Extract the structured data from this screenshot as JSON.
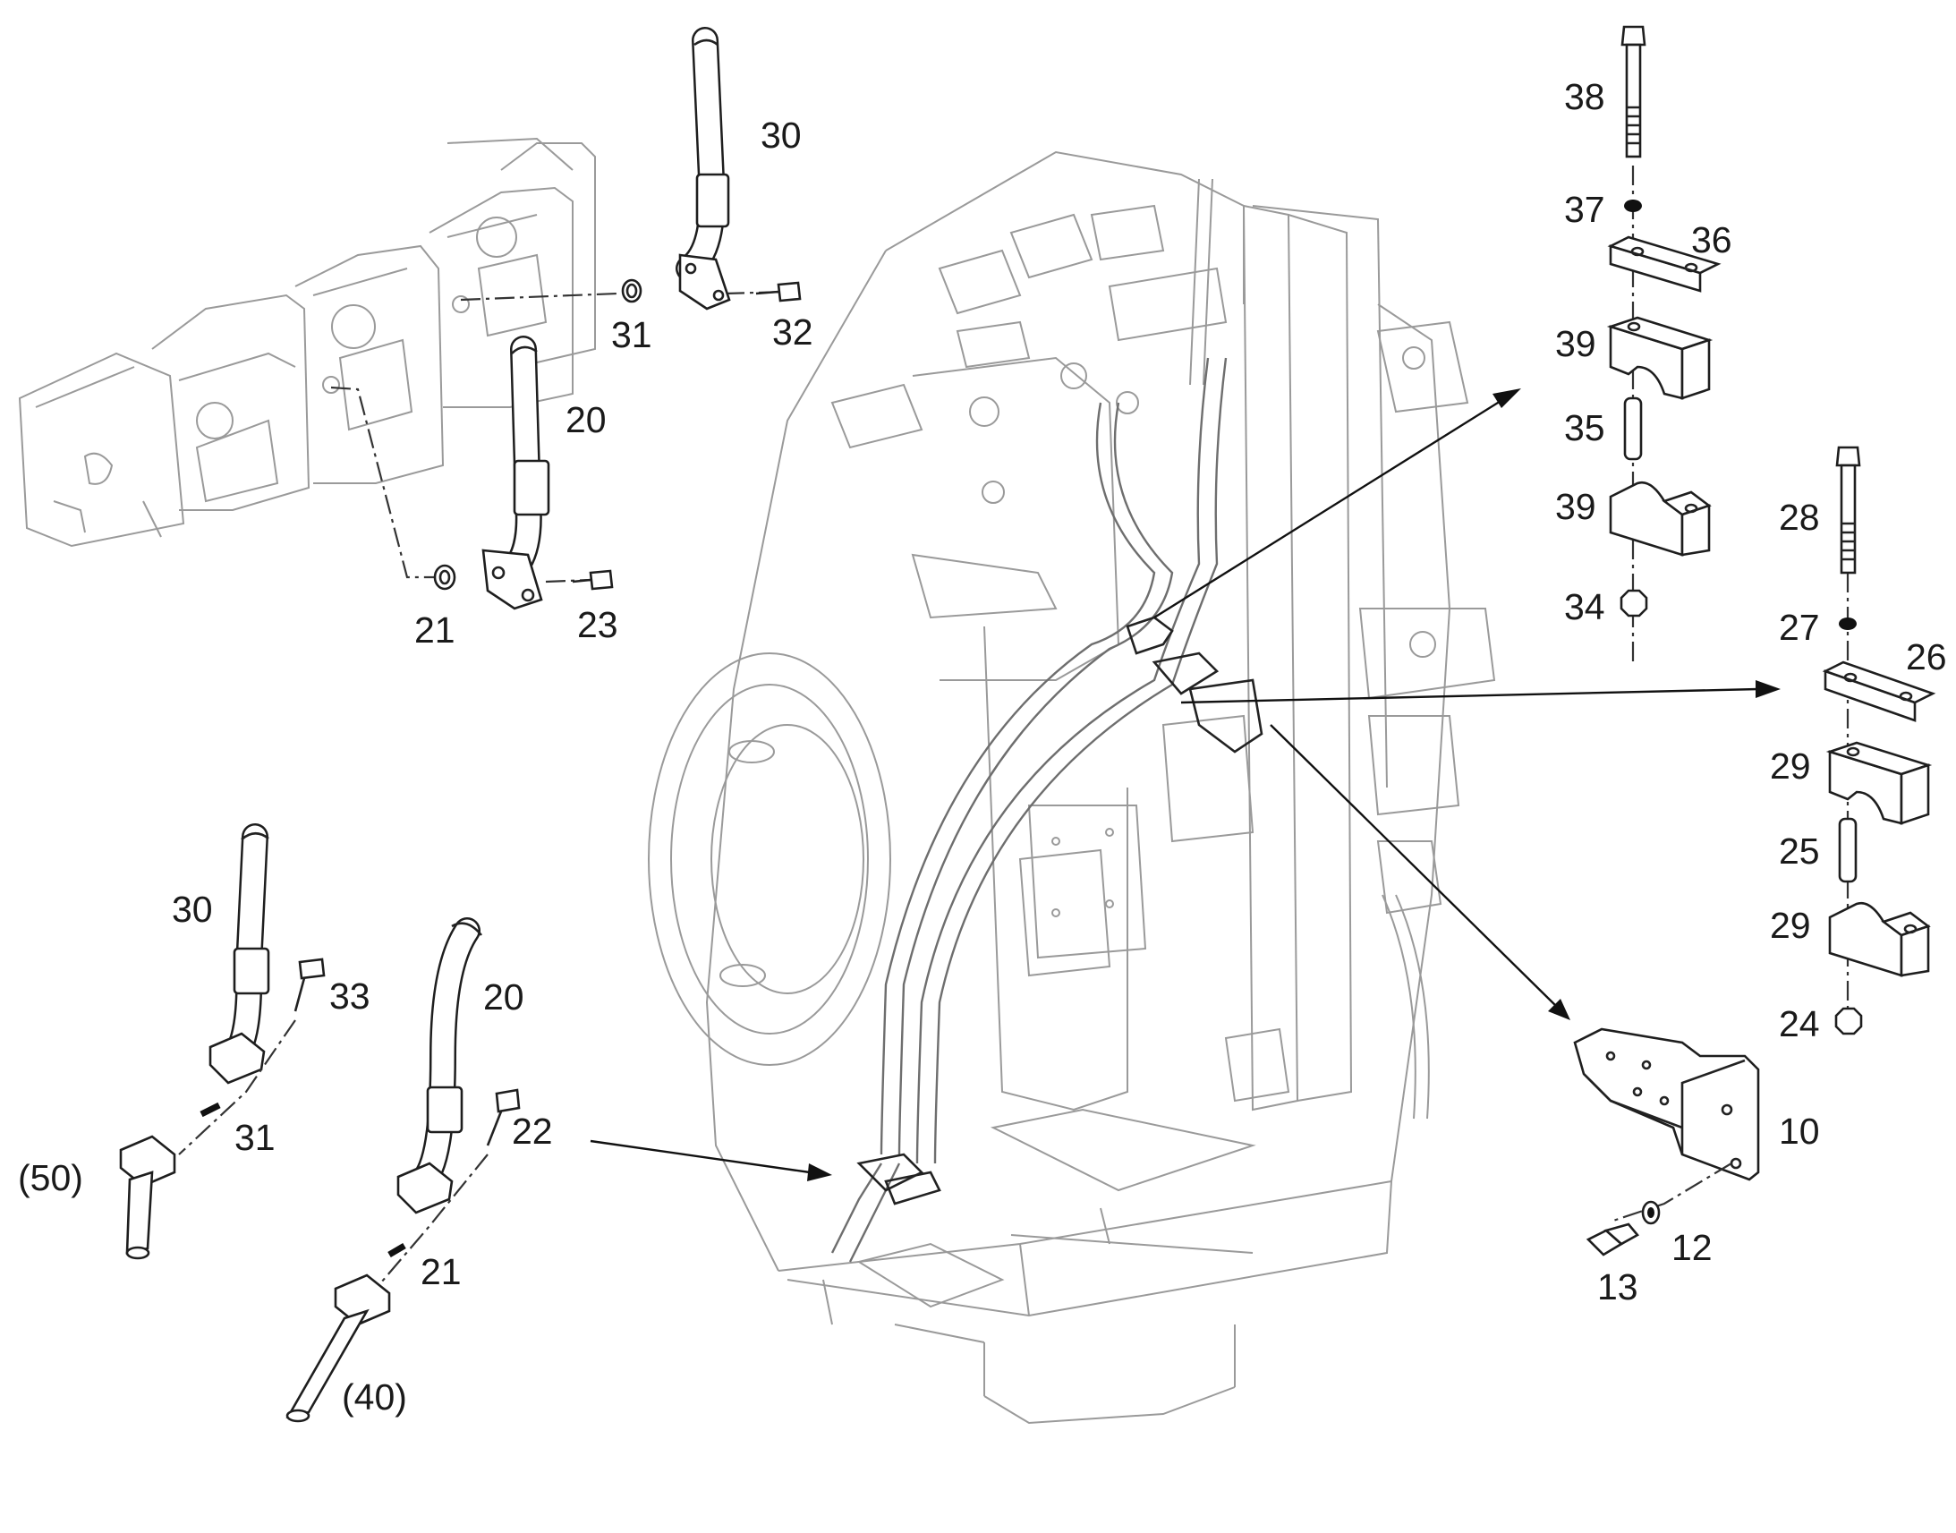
{
  "labels": {
    "p30_top": "30",
    "p31_top": "31",
    "p32": "32",
    "p20_top": "20",
    "p21_top": "21",
    "p23": "23",
    "p30_bottom": "30",
    "p33": "33",
    "p31_bottom": "31",
    "p50": "(50)",
    "p20_bottom": "20",
    "p22": "22",
    "p21_bottom": "21",
    "p40": "(40)",
    "p38": "38",
    "p37": "37",
    "p36": "36",
    "p39_upper": "39",
    "p35": "35",
    "p39_lower": "39",
    "p34": "34",
    "p28": "28",
    "p27": "27",
    "p26": "26",
    "p29_upper": "29",
    "p25": "25",
    "p29_lower": "29",
    "p24": "24",
    "p10": "10",
    "p12": "12",
    "p13": "13"
  },
  "colors": {
    "line_dark": "#1e1e1e",
    "line_light": "#9a9a9a",
    "background": "#ffffff"
  }
}
